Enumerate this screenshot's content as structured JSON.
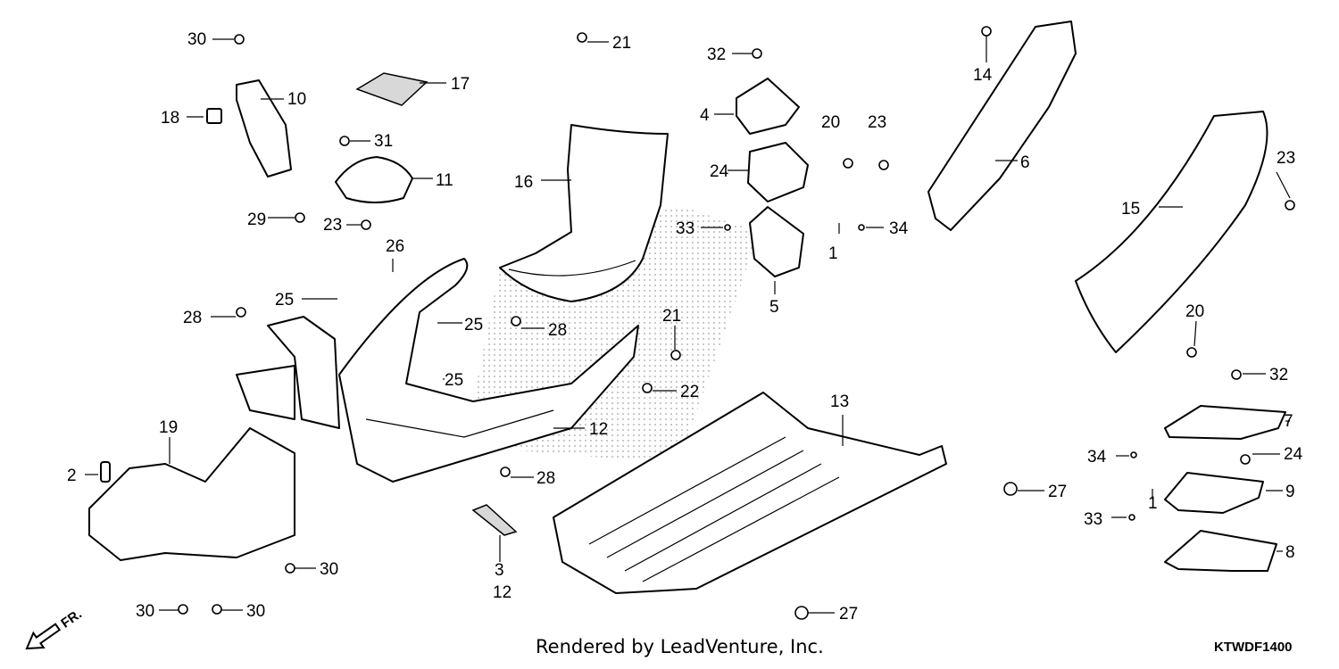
{
  "diagram": {
    "footer_text": "Rendered by LeadVenture, Inc.",
    "diagram_code": "KTWDF1400",
    "direction_label": "FR.",
    "callouts": [
      "30",
      "10",
      "18",
      "17",
      "21",
      "16",
      "32",
      "4",
      "24",
      "20",
      "23",
      "14",
      "6",
      "33",
      "1",
      "34",
      "11",
      "31",
      "29",
      "23",
      "26",
      "25",
      "28",
      "25",
      "28",
      "25",
      "21",
      "22",
      "12",
      "13",
      "5",
      "15",
      "23",
      "20",
      "32",
      "7",
      "24",
      "34",
      "1",
      "9",
      "33",
      "8",
      "19",
      "2",
      "28",
      "27",
      "27",
      "3",
      "12",
      "30",
      "30",
      "30"
    ]
  }
}
